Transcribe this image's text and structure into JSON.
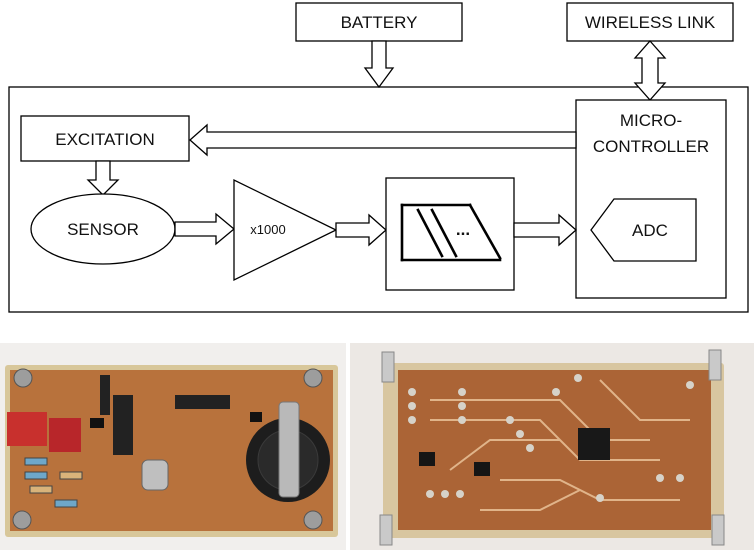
{
  "diagram": {
    "battery_label": "BATTERY",
    "wireless_label": "WIRELESS LINK",
    "excitation_label": "EXCITATION",
    "sensor_label": "SENSOR",
    "amp_label": "x1000",
    "micro_label_line1": "MICRO-",
    "micro_label_line2": "CONTROLLER",
    "adc_label": "ADC",
    "filter_ellipsis": "..."
  },
  "photos": {
    "left": {
      "type": "pcb-component-side-photo"
    },
    "right": {
      "type": "pcb-solder-side-photo"
    }
  }
}
